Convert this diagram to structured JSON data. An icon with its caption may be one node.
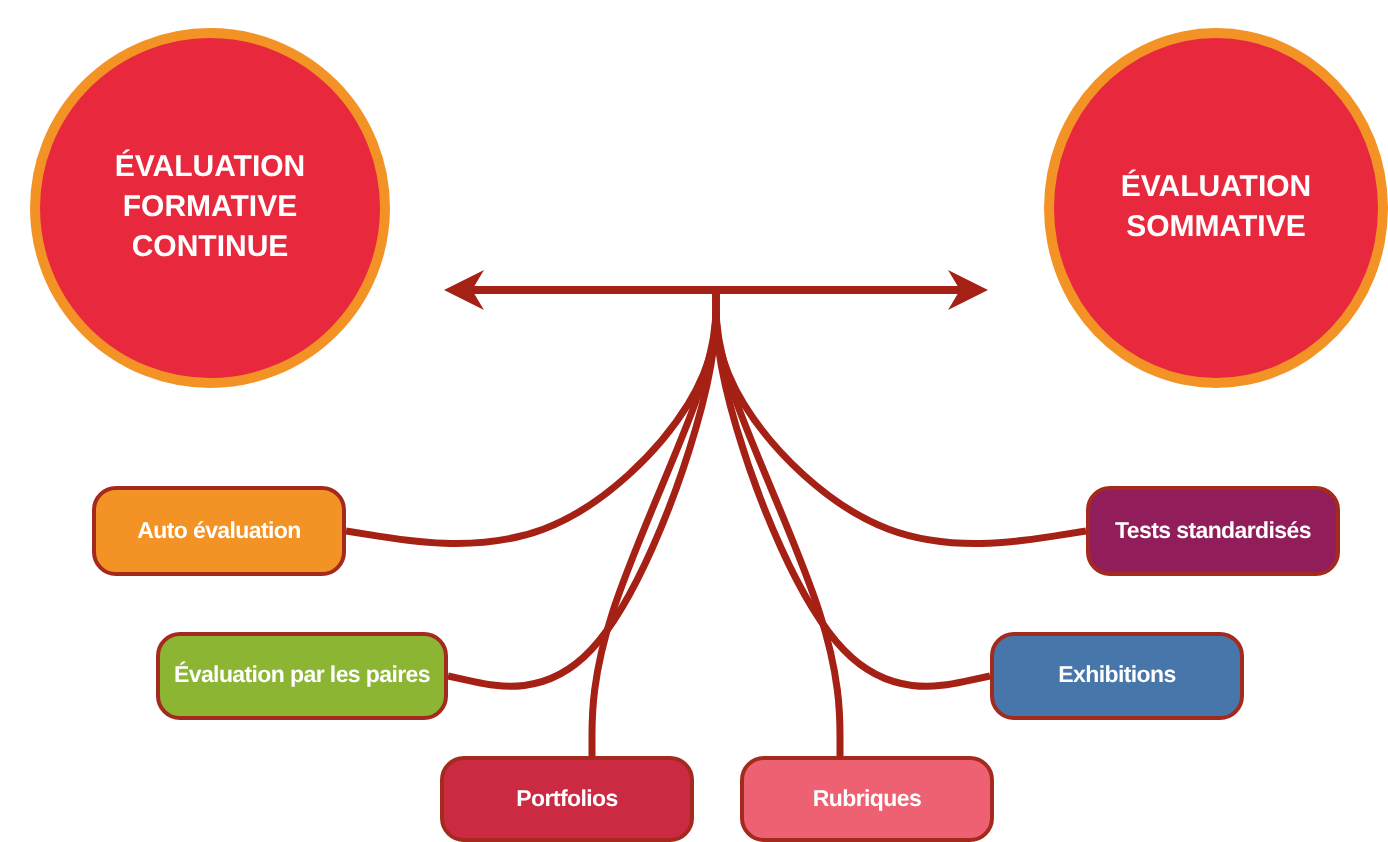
{
  "diagram": {
    "nodes": [
      {
        "text": [
          "ÉVALUATION FORMATIVE CONTINUE"
        ]
      },
      {
        "text": [
          "ÉVALUATION SOMMATIVE"
        ]
      },
      {
        "text": [
          "Auto évaluation"
        ]
      },
      {
        "text": [
          "Évaluation par les paires"
        ]
      },
      {
        "text": [
          "Portfolios"
        ]
      },
      {
        "text": [
          "Rubriques"
        ]
      },
      {
        "text": [
          "Tests standardisés"
        ]
      },
      {
        "text": [
          "Exhibitions"
        ]
      }
    ],
    "edges": [
      {
        "from": null,
        "to": 2,
        "arrow": "none"
      },
      {
        "from": null,
        "to": 3,
        "arrow": "none"
      },
      {
        "from": null,
        "to": 4,
        "arrow": "none"
      },
      {
        "from": null,
        "to": 5,
        "arrow": "none"
      },
      {
        "from": null,
        "to": 6,
        "arrow": "none"
      },
      {
        "from": null,
        "to": 7,
        "arrow": "none"
      }
    ]
  }
}
